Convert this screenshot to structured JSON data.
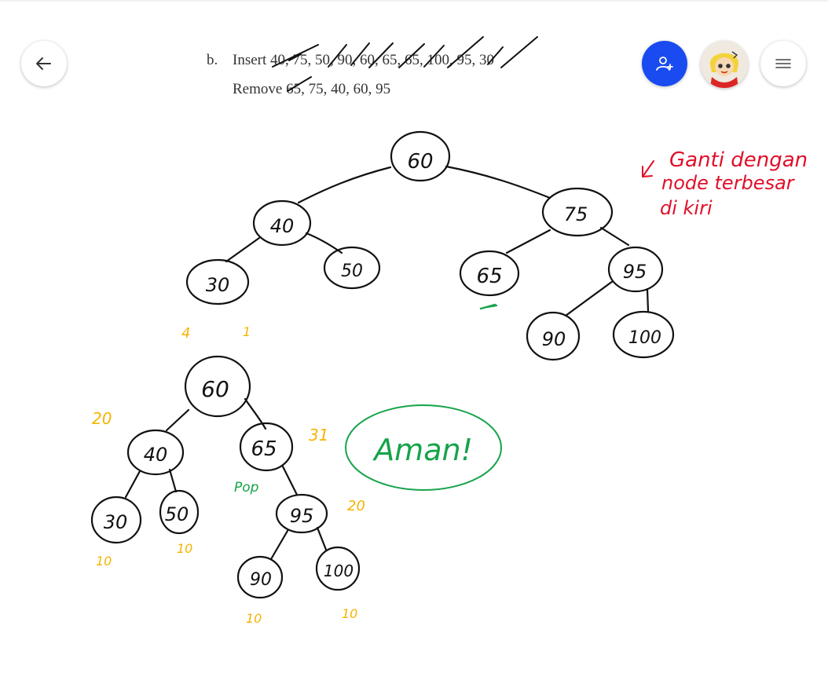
{
  "toolbar": {
    "back_icon": "arrow-left-icon",
    "invite_icon": "person-add-icon",
    "menu_icon": "hamburger-menu-icon",
    "accent_color": "#1a4bf0"
  },
  "problem": {
    "label": "b.",
    "insert_text": "Insert 40, 75, 50, 90, 60, 65, 65, 100, 95, 30",
    "remove_text": "Remove 65, 75, 40, 60, 95"
  },
  "colors": {
    "ink": "#111111",
    "red": "#e0102a",
    "green": "#16a34a",
    "yellow": "#f5b400"
  },
  "tree1": {
    "nodes": [
      "60",
      "40",
      "75",
      "30",
      "50",
      "65",
      "95",
      "90",
      "100"
    ]
  },
  "tree2": {
    "nodes": [
      "60",
      "40",
      "65",
      "30",
      "50",
      "95",
      "90",
      "100"
    ],
    "heights": {
      "n60_left": "4",
      "n60_right": "1",
      "n40": "20",
      "n65": "31",
      "n95": "20",
      "n30": "10",
      "n50": "10",
      "n90": "10",
      "n100": "10"
    },
    "pop_label": "Pop"
  },
  "notes": {
    "red_note_line1": "Ganti dengan",
    "red_note_line2": "node terbesar",
    "red_note_line3": "di kiri",
    "green_bubble": "Aman!"
  }
}
